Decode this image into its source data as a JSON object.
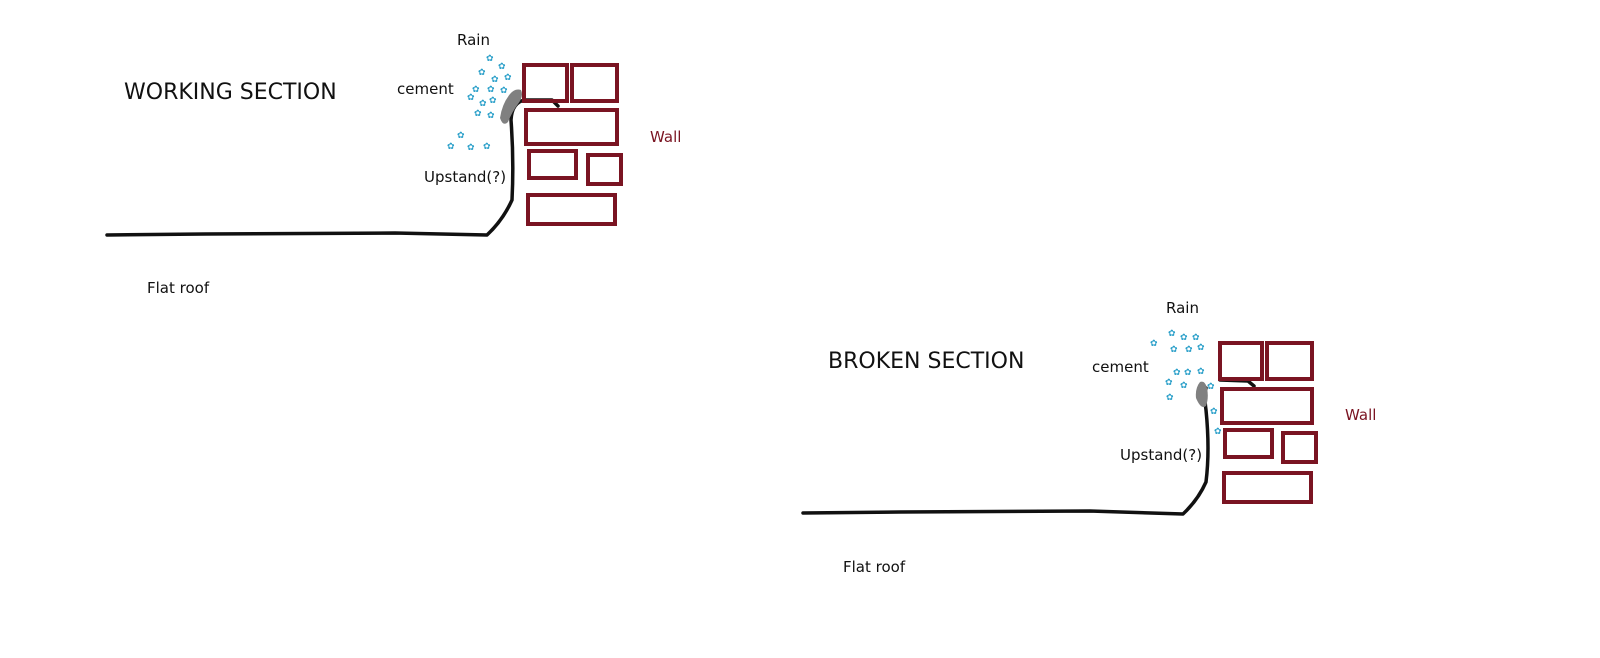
{
  "colors": {
    "brick": "#7a1422",
    "wall_label": "#7a1422",
    "rain": "#2a9fc9",
    "cement": "#808080",
    "line": "#111111"
  },
  "sections": [
    {
      "title": "WORKING SECTION",
      "labels": {
        "rain": "Rain",
        "cement": "cement",
        "upstand": "Upstand(?)",
        "wall": "Wall",
        "roof": "Flat roof"
      },
      "state": "sealed"
    },
    {
      "title": "BROKEN SECTION",
      "labels": {
        "rain": "Rain",
        "cement": "cement",
        "upstand": "Upstand(?)",
        "wall": "Wall",
        "roof": "Flat roof"
      },
      "state": "gap"
    }
  ]
}
